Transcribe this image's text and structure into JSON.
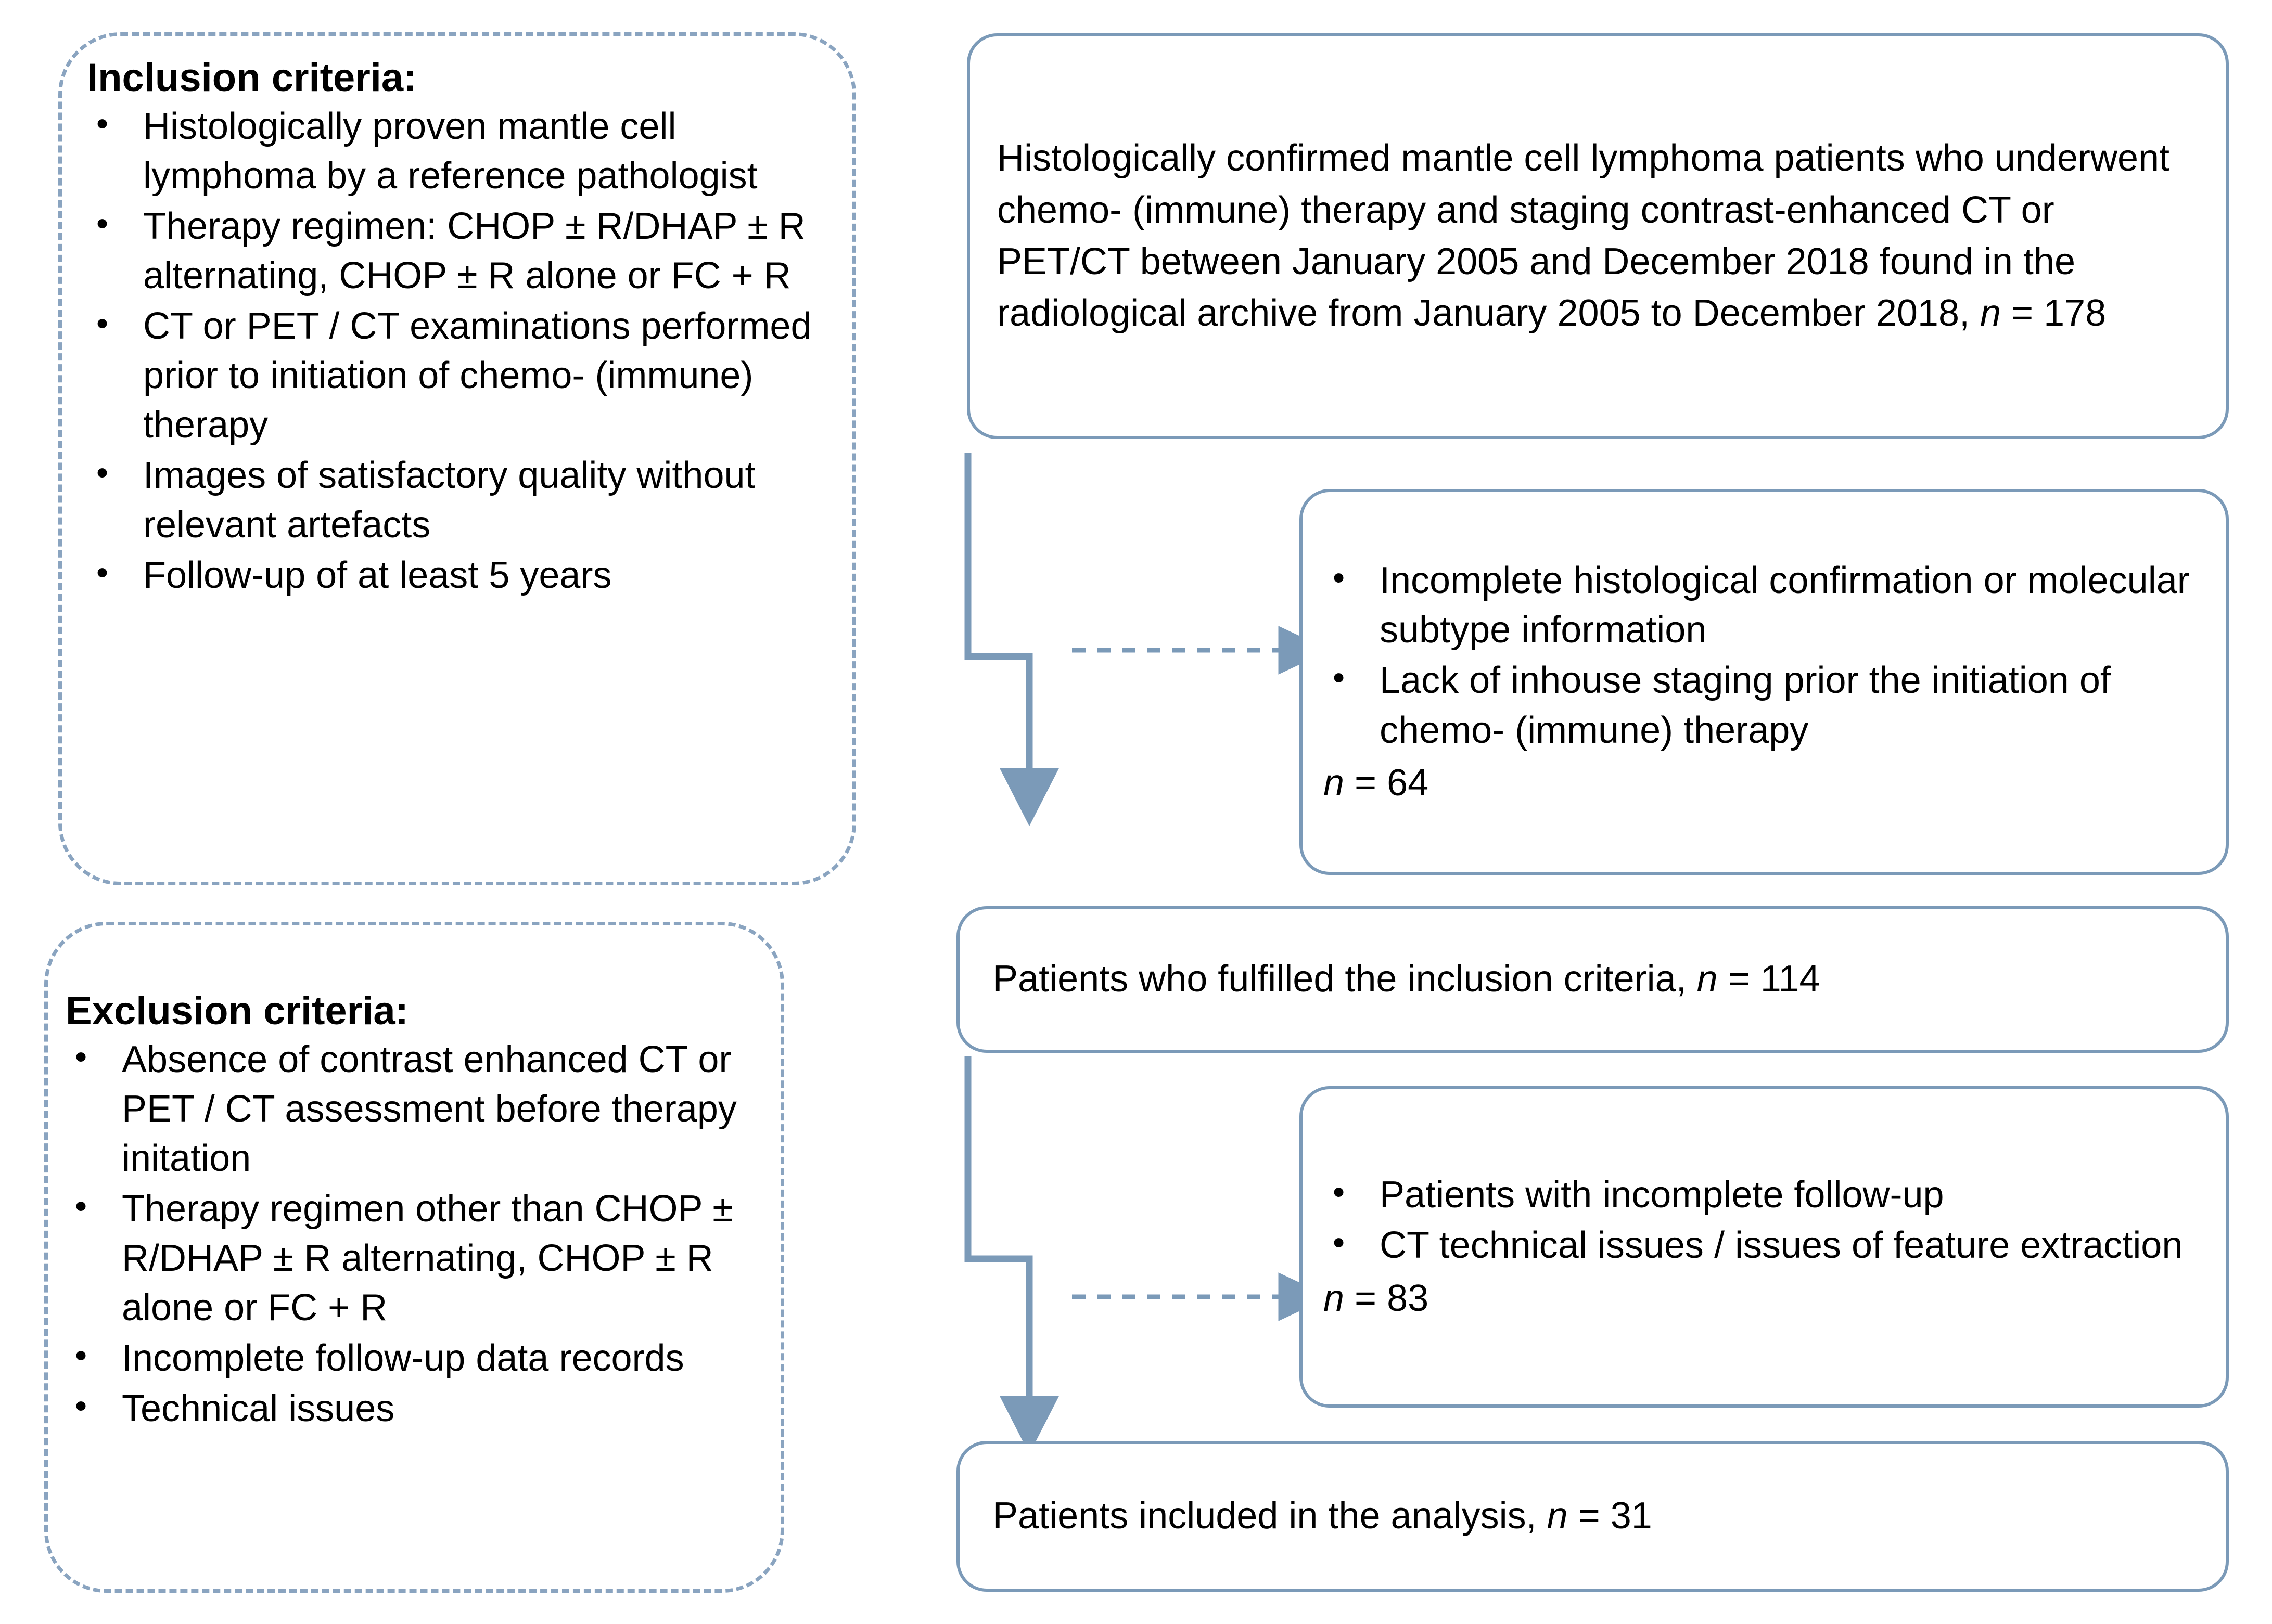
{
  "figure": {
    "type": "flowchart",
    "orientation": "two-column",
    "accent_color": "#7b9ab8",
    "dashed_border_color": "#8aa4c0",
    "text_color": "#000000",
    "background": "#ffffff"
  },
  "criteria_panel": {
    "inclusion": {
      "title": "Inclusion criteria:",
      "items": [
        "Histologically proven mantle cell lymphoma by a reference pathologist",
        "Therapy regimen: CHOP ± R/DHAP ± R  alternating, CHOP ± R alone or FC + R",
        "CT or PET / CT examinations performed prior to initiation of chemo- (immune) therapy",
        "Images of satisfactory quality without relevant artefacts",
        "Follow-up of at least 5 years"
      ]
    },
    "exclusion": {
      "title": "Exclusion criteria:",
      "items": [
        "Absence of contrast enhanced CT or PET / CT assessment before therapy initation",
        "Therapy regimen other than CHOP ± R/DHAP ± R alternating, CHOP ± R alone or FC + R",
        "Incomplete follow-up data records",
        "Technical issues"
      ]
    }
  },
  "flow": {
    "source_box": {
      "text": "Histologically confirmed mantle cell lymphoma patients who underwent chemo- (immune) therapy and staging contrast-enhanced CT or PET/CT between January 2005 and December 2018 found in the radiological archive from January 2005 to December 2018, ",
      "n_symbol": "n",
      "n_value": " = 178"
    },
    "excluded_first": {
      "items": [
        "Incomplete histological confirmation or molecular subtype information",
        "Lack of inhouse staging prior the initiation of chemo- (immune) therapy"
      ],
      "n_symbol": "n",
      "n_value": " = 64"
    },
    "fulfilled_box": {
      "text": "Patients who fulfilled the inclusion criteria, ",
      "n_symbol": "n",
      "n_value": " = 114"
    },
    "excluded_second": {
      "items": [
        "Patients with incomplete follow-up",
        "CT technical issues / issues of feature extraction"
      ],
      "n_symbol": "n",
      "n_value": " = 83"
    },
    "final_box": {
      "text": "Patients  included in the analysis, ",
      "n_symbol": "n",
      "n_value": " = 31"
    }
  }
}
